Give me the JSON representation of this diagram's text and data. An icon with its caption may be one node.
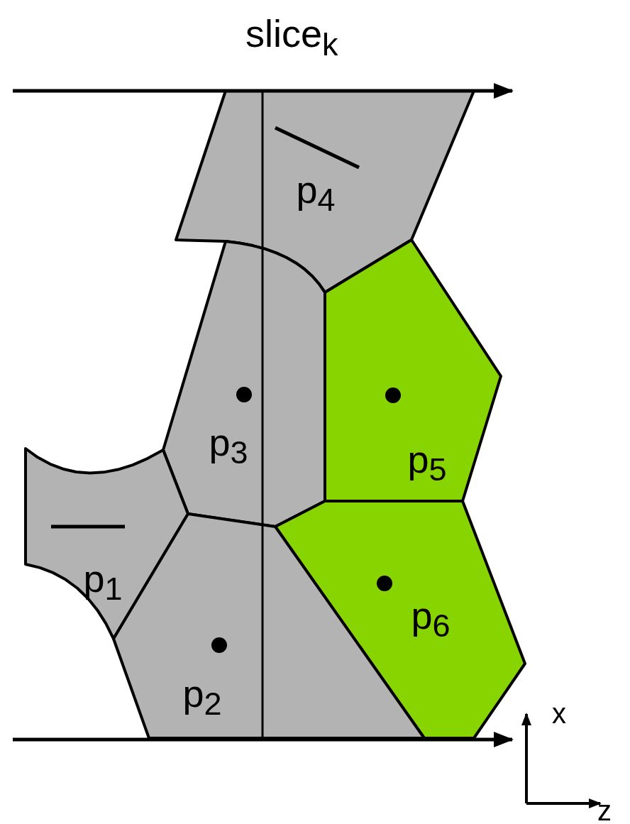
{
  "diagram": {
    "title": "slice$_{k}$",
    "nodes": [
      {
        "text": [
          "p$_{4}$"
        ]
      },
      {
        "text": [
          "p$_{3}$"
        ]
      },
      {
        "text": [
          "p$_{5}$"
        ]
      },
      {
        "text": [
          "p$_{1}$"
        ]
      },
      {
        "text": [
          "p$_{6}$"
        ]
      },
      {
        "text": [
          "p$_{2}$"
        ]
      }
    ],
    "labels": [
      "x",
      "z"
    ]
  }
}
